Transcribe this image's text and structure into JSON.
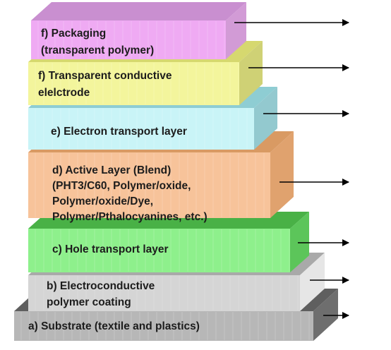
{
  "diagram": {
    "layers": [
      {
        "id": "packaging",
        "lines": [
          "f) Packaging",
          "(transparent polymer)"
        ],
        "colors": {
          "front": "#efaaf3",
          "top": "#c98fd0",
          "side": "#d29bd6"
        }
      },
      {
        "id": "transparent-conductive-electrode",
        "lines": [
          "f) Transparent conductive",
          "elelctrode"
        ],
        "colors": {
          "front": "#f3f59c",
          "top": "#d6d86f",
          "side": "#cfd175"
        }
      },
      {
        "id": "electron-transport-layer",
        "lines": [
          "e) Electron transport layer"
        ],
        "colors": {
          "front": "#c9f4f7",
          "top": "#8ecdd3",
          "side": "#93c9cf"
        }
      },
      {
        "id": "active-layer",
        "lines": [
          "d) Active Layer (Blend)",
          "(PHT3/C60, Polymer/oxide,",
          "Polymer/oxide/Dye,",
          "Polymer/Pthalocyanines, etc.)"
        ],
        "colors": {
          "front": "#f7c39a",
          "top": "#d99a63",
          "side": "#e0a26e"
        }
      },
      {
        "id": "hole-transport-layer",
        "lines": [
          "c) Hole transport layer"
        ],
        "colors": {
          "front": "#8ef08c",
          "top": "#49b146",
          "side": "#5cc55a"
        }
      },
      {
        "id": "electroconductive-polymer-coating",
        "lines": [
          "b) Electroconductive",
          "polymer coating"
        ],
        "colors": {
          "front": "#d5d5d5",
          "top": "#a9a9a9",
          "side": "#e6e6e6"
        }
      },
      {
        "id": "substrate",
        "lines": [
          "a) Substrate (textile and plastics)"
        ],
        "colors": {
          "front": "#b7b7b7",
          "top": "#5f5f5f",
          "side": "#6e6e6e"
        }
      }
    ],
    "arrow_color": "#000000"
  }
}
